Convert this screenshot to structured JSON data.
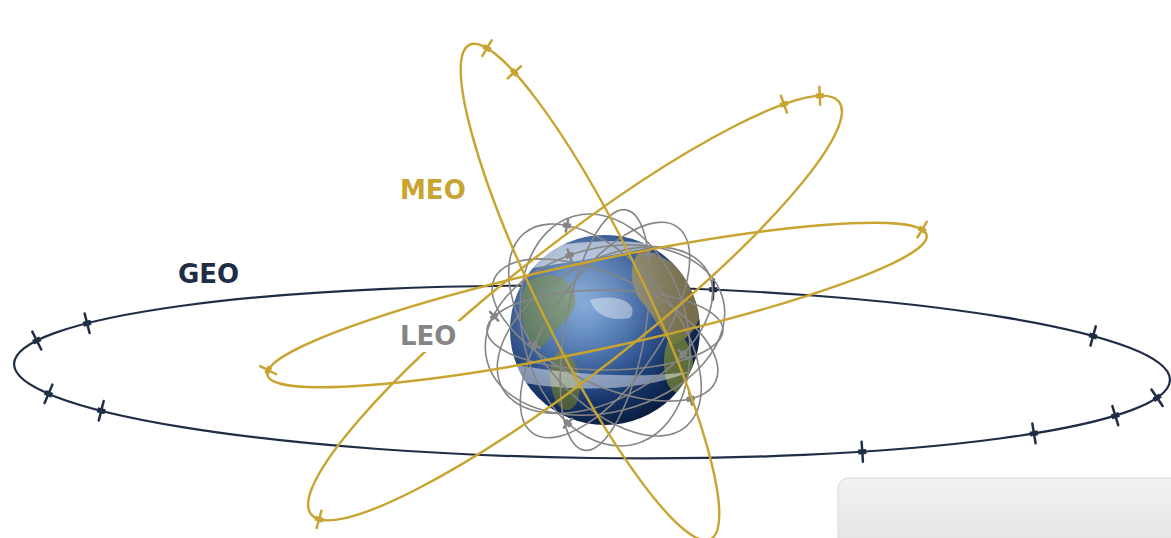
{
  "diagram": {
    "labels": [
      "MEO",
      "GEO",
      "LEO"
    ]
  }
}
